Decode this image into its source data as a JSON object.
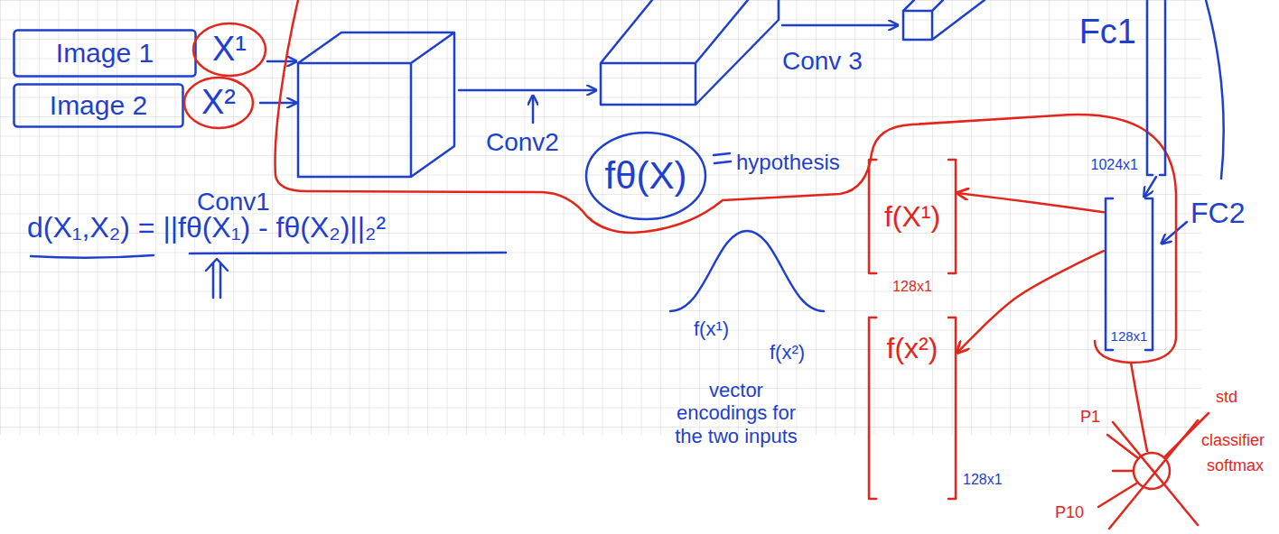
{
  "diagram": {
    "nodes": [
      {
        "text": [
          "Image 1"
        ]
      },
      {
        "text": [
          "Image 2"
        ]
      },
      {
        "text": [
          "X¹"
        ]
      },
      {
        "text": [
          "X²"
        ]
      },
      {
        "text": [
          "Fc1",
          "1024x1"
        ]
      },
      {
        "text": [
          "FC2",
          "128x1"
        ]
      },
      {
        "text": [
          "fθ(X)"
        ]
      },
      {
        "text": [
          "f(X¹)",
          "128x1"
        ]
      },
      {
        "text": [
          "f(x²)",
          "128x1"
        ]
      }
    ],
    "edges": [
      {
        "from": 5,
        "to": 7,
        "arrow": "to"
      },
      {
        "from": 5,
        "to": 8,
        "arrow": "to"
      },
      {
        "from": 4,
        "to": 5,
        "arrow": "to"
      }
    ],
    "labels": [
      "Conv1",
      "Conv2",
      "Conv 3",
      "hypothesis",
      "d(X₁,X₂) = ||fθ(X₁) - fθ(X₂)||₂²",
      "f(x¹)",
      "f(x²)",
      "vector encodings for the two inputs",
      "P1",
      "P10",
      "std",
      "classifier",
      "softmax"
    ]
  }
}
